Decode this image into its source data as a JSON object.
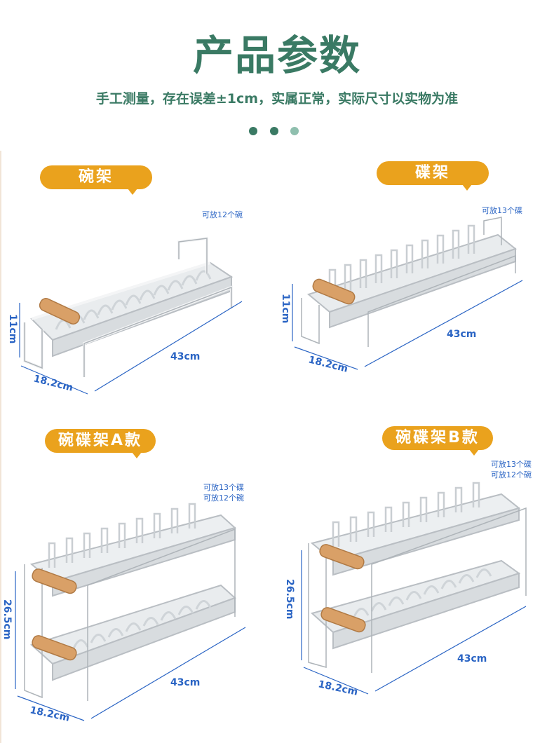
{
  "header": {
    "title": "产品参数",
    "subtitle": "手工测量，存在误差±1cm，实属正常，实际尺寸以实物为准"
  },
  "colors": {
    "title_green": "#3a7a64",
    "badge_orange": "#eaa21d",
    "dimension_blue": "#2a64c4",
    "dot_dark": "#3a7a64",
    "dot_light": "#8fbfae"
  },
  "products": [
    {
      "label": "碗架",
      "capacity": [
        "可放12个碗"
      ],
      "height": "11cm",
      "depth": "18.2cm",
      "length": "43cm"
    },
    {
      "label": "碟架",
      "capacity": [
        "可放13个碟"
      ],
      "height": "11cm",
      "depth": "18.2cm",
      "length": "43cm"
    },
    {
      "label": "碗碟架A款",
      "capacity": [
        "可放13个碟",
        "可放12个碗"
      ],
      "height": "26.5cm",
      "depth": "18.2cm",
      "length": "43cm"
    },
    {
      "label": "碗碟架B款",
      "capacity": [
        "可放13个碟",
        "可放12个碗"
      ],
      "height": "26.5cm",
      "depth": "18.2cm",
      "length": "43cm"
    }
  ]
}
